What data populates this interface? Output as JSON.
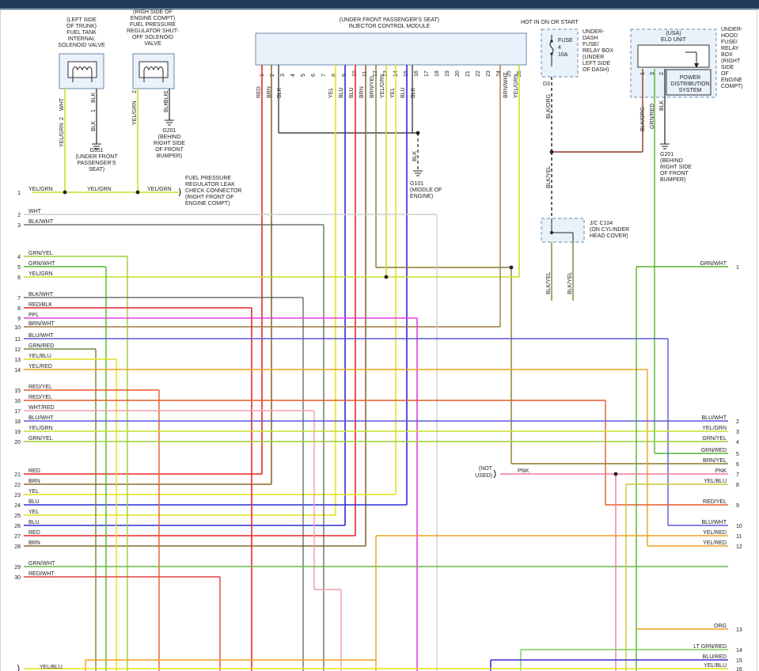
{
  "components": {
    "left_solenoid": {
      "lines": [
        "(LEFT SIDE",
        "OF TRUNK)",
        "FUEL TANK",
        "INTERNAL",
        "SOLENOID VALVE"
      ]
    },
    "fpr_solenoid": {
      "lines": [
        "(RIGH SIDE OF",
        "ENGINE COMPT)",
        "FUEL PRESSURE",
        "REGULATOR SHUT-",
        "OFF SOLENOID",
        "VALVE"
      ]
    },
    "icm": {
      "lines": [
        "(UNDER FRONT PASSENGER'S SEAT)",
        "INJECTOR CONTROL MODULE"
      ],
      "pins": [
        "1",
        "2",
        "3",
        "4",
        "5",
        "6",
        "7",
        "8",
        "9",
        "10",
        "11",
        "12",
        "13",
        "14",
        "15",
        "16",
        "17",
        "18",
        "19",
        "20",
        "21",
        "22",
        "23",
        "24",
        "25",
        "26"
      ]
    },
    "hot_label": "HOT IN ON OR START",
    "fuse": {
      "name": "FUSE",
      "num": "4",
      "amp": "10A",
      "loc": [
        "UNDER-",
        "DASH",
        "FUSE/",
        "RELAY BOX",
        "(UNDER",
        "LEFT SIDE",
        "OF DASH)"
      ]
    },
    "eld": {
      "lines": [
        "(USA)",
        "ELD UNIT"
      ],
      "pds": [
        "POWER",
        "DISTRIBUTION",
        "SYSTEM"
      ],
      "loc": [
        "UNDER-",
        "HOOD",
        "FUSE/",
        "RELAY",
        "BOX",
        "(RIGHT",
        "SIDE",
        "OF",
        "ENGINE",
        "COMPT)"
      ]
    },
    "g551": [
      "G551",
      "(UNDER FRONT",
      "PASSENGER'S",
      "SEAT)"
    ],
    "g201a": [
      "G201",
      "(BEHIND",
      "RIGHT SIDE",
      "OF FRONT",
      "BUMPER)"
    ],
    "g201b": [
      "G201",
      "(BEHIND",
      "RIGHT SIDE",
      "OF FRONT",
      "BUMPER)"
    ],
    "g101": [
      "G101",
      "(MIDDLE OF",
      "ENGINE)"
    ],
    "leak_conn": [
      "FUEL PRESSURE",
      "REGULATOR LEAK",
      "CHECK CONNECTOR",
      "(RIGHT FRONT OF",
      "ENGINE COMPT)"
    ],
    "jc": [
      "J/C C104",
      "(ON CYLINDER",
      "HEAD COVER)"
    ],
    "not_used": [
      "(NOT",
      "USED)"
    ],
    "d3": "D3"
  },
  "left_rows": [
    {
      "n": "1",
      "c": "YEL/GRN"
    },
    {
      "n": "2",
      "c": "WHT"
    },
    {
      "n": "3",
      "c": "BLK/WHT"
    },
    {
      "n": "4",
      "c": "GRN/YEL"
    },
    {
      "n": "5",
      "c": "GRN/WHT"
    },
    {
      "n": "6",
      "c": "YEL/GRN"
    },
    {
      "n": "7",
      "c": "BLK/WHT"
    },
    {
      "n": "8",
      "c": "RED/BLK"
    },
    {
      "n": "9",
      "c": "PPL"
    },
    {
      "n": "10",
      "c": "BRN/WHT"
    },
    {
      "n": "11",
      "c": "BLU/WHT"
    },
    {
      "n": "12",
      "c": "GRN/RED"
    },
    {
      "n": "13",
      "c": "YEL/BLU"
    },
    {
      "n": "14",
      "c": "YEL/RED"
    },
    {
      "n": "15",
      "c": "RED/YEL"
    },
    {
      "n": "16",
      "c": "RED/YEL"
    },
    {
      "n": "17",
      "c": "WHT/RED"
    },
    {
      "n": "18",
      "c": "BLU/WHT"
    },
    {
      "n": "19",
      "c": "YEL/GRN"
    },
    {
      "n": "20",
      "c": "GRN/YEL"
    },
    {
      "n": "21",
      "c": "RED"
    },
    {
      "n": "22",
      "c": "BRN"
    },
    {
      "n": "23",
      "c": "YEL"
    },
    {
      "n": "24",
      "c": "BLU"
    },
    {
      "n": "25",
      "c": "YEL"
    },
    {
      "n": "26",
      "c": "BLU"
    },
    {
      "n": "27",
      "c": "RED"
    },
    {
      "n": "28",
      "c": "BRN"
    },
    {
      "n": "29",
      "c": "GRN/WHT"
    },
    {
      "n": "30",
      "c": "RED/WHT"
    }
  ],
  "right_rows": [
    {
      "n": "1",
      "c": "GRN/WHT"
    },
    {
      "n": "2",
      "c": "BLU/WHT"
    },
    {
      "n": "3",
      "c": "YEL/GRN"
    },
    {
      "n": "4",
      "c": "GRN/YEL"
    },
    {
      "n": "5",
      "c": "GRN/RED"
    },
    {
      "n": "6",
      "c": "BRN/YEL"
    },
    {
      "n": "7",
      "c": "PNK"
    },
    {
      "n": "8",
      "c": "YEL/BLU"
    },
    {
      "n": "9",
      "c": "RED/YEL"
    },
    {
      "n": "10",
      "c": "BLU/WHT"
    },
    {
      "n": "11",
      "c": "YEL/RED"
    },
    {
      "n": "12",
      "c": "YEL/RED"
    },
    {
      "n": "13",
      "c": "ORG"
    },
    {
      "n": "14",
      "c": "LT GRN/RED"
    },
    {
      "n": "15",
      "c": "BLU/RED"
    },
    {
      "n": "16",
      "c": "YEL/BLU"
    }
  ],
  "icm_wires": [
    {
      "pin": "1",
      "c": "RED"
    },
    {
      "pin": "2",
      "c": "BRN"
    },
    {
      "pin": "3",
      "c": "BLK"
    },
    {
      "pin": "8",
      "c": "YEL"
    },
    {
      "pin": "9",
      "c": "BLU"
    },
    {
      "pin": "10",
      "c": "BLU"
    },
    {
      "pin": "11",
      "c": "BRN"
    },
    {
      "pin": "12",
      "c": "BRN/YEL"
    },
    {
      "pin": "13",
      "c": "YEL/GRN"
    },
    {
      "pin": "14",
      "c": "YEL"
    },
    {
      "pin": "15",
      "c": "BLU"
    },
    {
      "pin": "16",
      "c": "BLK"
    },
    {
      "pin": "25",
      "c": "BRN/WHT"
    },
    {
      "pin": "26",
      "c": "YEL/GRN"
    }
  ],
  "solenoid_wires": {
    "left": [
      {
        "pin": "2",
        "c": "WHT"
      },
      {
        "pin": "1",
        "c": "BLK"
      }
    ],
    "fpr": [
      {
        "pin": "2",
        "c": "YEL/GRN"
      },
      {
        "pin": "1",
        "c": "BLK"
      }
    ],
    "eld": [
      {
        "pin": "1",
        "c": "BLK/ORG"
      },
      {
        "pin": "3",
        "c": "GRN/RED"
      },
      {
        "pin": "2",
        "c": "BLK"
      }
    ]
  },
  "misc_labels": {
    "yel_grn_1": "YEL/GRN",
    "yel_grn_2": "YEL/GRN",
    "yel_grn_3": "YEL/GRN",
    "blk_to_g551": "BLK",
    "blk_to_g201": "BLK",
    "blk_to_g101": "BLK",
    "blk_org_fuse": "BLK/ORG",
    "blk_yel_fuse": "BLK/YEL",
    "blk_yel_jc_1": "BLK/YEL",
    "blk_yel_jc_2": "BLK/YEL",
    "pnk_not_used": "PNK",
    "bottom_yel_blu": "YEL/BLU"
  },
  "wire_colors": {
    "red": "#e8262a",
    "brn": "#8b6a2f",
    "yel": "#e2e21a",
    "blu": "#2a2ad8",
    "grn": "#52b52a",
    "wht": "#cfcfcf",
    "blk": "#222222",
    "ppl": "#e040e0",
    "org": "#f0a020",
    "pnk": "#f07a9a",
    "ltgrn": "#78d050",
    "yelgrn": "#c8e02a",
    "grnwht": "#6ab548",
    "brnwht": "#9c7a40",
    "rdwht": "#e04040"
  }
}
